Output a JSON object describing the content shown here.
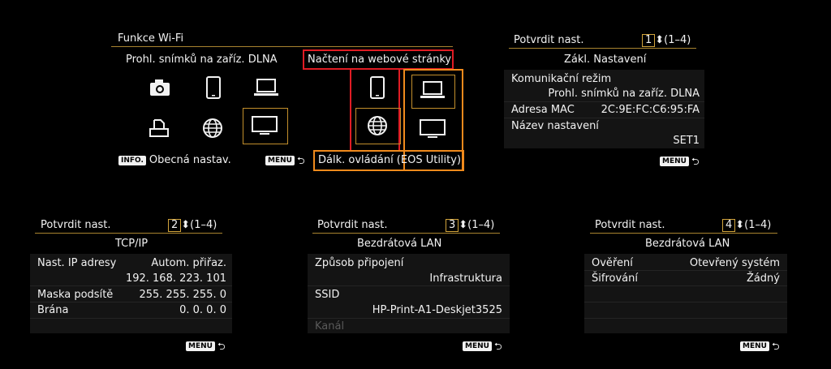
{
  "wifi_menu": {
    "title": "Funkce Wi-Fi",
    "dlna_label": "Prohl. snímků na zaříz. DLNA",
    "web_label": "Načtení na webové stránky",
    "eos_label": "Dálk. ovládání (EOS Utility)",
    "info_badge": "INFO.",
    "general_label": "Obecná nastav.",
    "menu_badge": "MENU",
    "back_glyph": "⮌"
  },
  "panel1": {
    "header": "Potvrdit nast.",
    "page_num": "1",
    "page_range": "⬍(1–4)",
    "title": "Zákl. Nastavení",
    "comm_label": "Komunikační režim",
    "comm_value": "Prohl. snímků na zaříz. DLNA",
    "mac_label": "Adresa MAC",
    "mac_value": "2C:9E:FC:C6:95:FA",
    "name_label": "Název nastavení",
    "name_value": "SET1",
    "menu_badge": "MENU",
    "back_glyph": "⮌"
  },
  "panel2": {
    "header": "Potvrdit nast.",
    "page_num": "2",
    "page_range": "⬍(1–4)",
    "title": "TCP/IP",
    "ip_label": "Nast. IP adresy",
    "ip_mode": "Autom. přiřaz.",
    "ip_value": "192. 168. 223. 101",
    "mask_label": "Maska podsítě",
    "mask_value": "255. 255. 255. 0",
    "gw_label": "Brána",
    "gw_value": "0. 0. 0. 0",
    "menu_badge": "MENU",
    "back_glyph": "⮌"
  },
  "panel3": {
    "header": "Potvrdit nast.",
    "page_num": "3",
    "page_range": "⬍(1–4)",
    "title": "Bezdrátová LAN",
    "conn_label": "Způsob připojení",
    "conn_value": "Infrastruktura",
    "ssid_label": "SSID",
    "ssid_value": "HP-Print-A1-Deskjet3525",
    "channel_label": "Kanál",
    "menu_badge": "MENU",
    "back_glyph": "⮌"
  },
  "panel4": {
    "header": "Potvrdit nast.",
    "page_num": "4",
    "page_range": "⬍(1–4)",
    "title": "Bezdrátová LAN",
    "auth_label": "Ověření",
    "auth_value": "Otevřený systém",
    "enc_label": "Šifrování",
    "enc_value": "Žádný",
    "menu_badge": "MENU",
    "back_glyph": "⮌"
  },
  "icons": [
    "camera-icon",
    "smartphone-icon",
    "laptop-icon",
    "printer-icon",
    "globe-icon",
    "tv-icon"
  ],
  "colors": {
    "accent": "#c28f2c",
    "red": "#e01c24",
    "orange": "#f08a1c",
    "panel": "#141414"
  }
}
